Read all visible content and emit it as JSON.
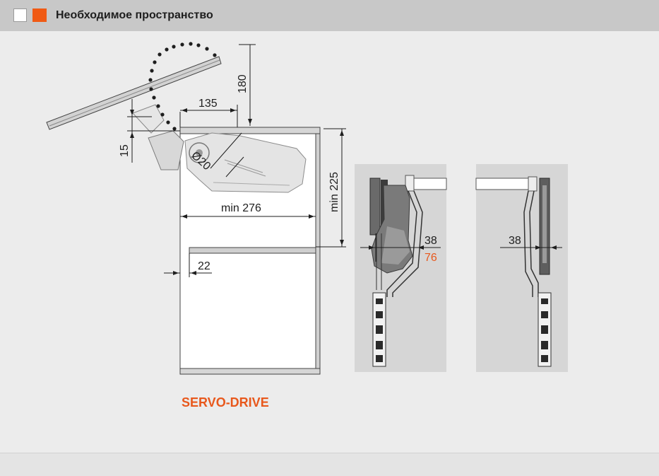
{
  "header": {
    "title": "Необходимое пространство"
  },
  "labels": {
    "dim_180": "180",
    "dim_135": "135",
    "dim_15": "15",
    "dim_dia20": "Ø20",
    "dim_min225": "min 225",
    "dim_min276": "min 276",
    "dim_22": "22",
    "dim_38_a": "38",
    "dim_76": "76",
    "dim_38_b": "38"
  },
  "brand": "SERVO-DRIVE",
  "colors": {
    "accent": "#f05a14",
    "header_bg": "#c8c8c8",
    "page_bg": "#ececec"
  }
}
